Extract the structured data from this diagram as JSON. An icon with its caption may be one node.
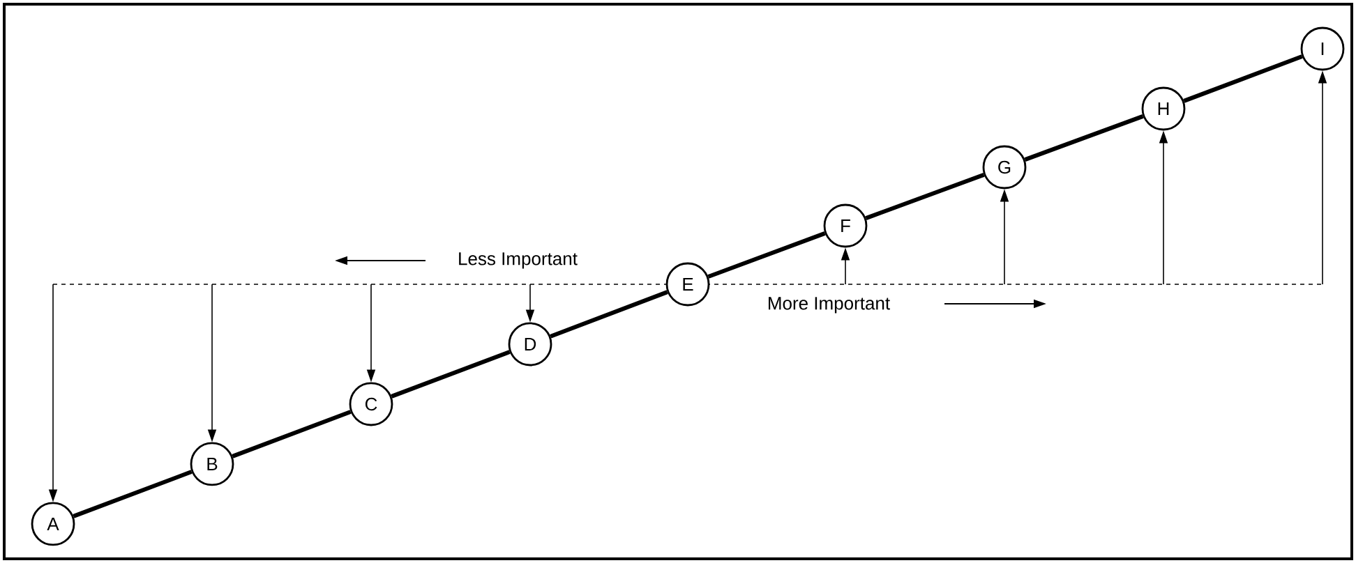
{
  "diagram": {
    "nodes": [
      {
        "text": [
          "A"
        ]
      },
      {
        "text": [
          "B"
        ]
      },
      {
        "text": [
          "C"
        ]
      },
      {
        "text": [
          "D"
        ]
      },
      {
        "text": [
          "E"
        ]
      },
      {
        "text": [
          "F"
        ]
      },
      {
        "text": [
          "G"
        ]
      },
      {
        "text": [
          "H"
        ]
      },
      {
        "text": [
          "I"
        ]
      }
    ],
    "edges": [
      {
        "from": 0,
        "to": 1,
        "arrow": "none",
        "style": "thick"
      },
      {
        "from": 1,
        "to": 2,
        "arrow": "none",
        "style": "thick"
      },
      {
        "from": 2,
        "to": 3,
        "arrow": "none",
        "style": "thick"
      },
      {
        "from": 3,
        "to": 4,
        "arrow": "none",
        "style": "thick"
      },
      {
        "from": 4,
        "to": 5,
        "arrow": "none",
        "style": "thick"
      },
      {
        "from": 5,
        "to": 6,
        "arrow": "none",
        "style": "thick"
      },
      {
        "from": 6,
        "to": 7,
        "arrow": "none",
        "style": "thick"
      },
      {
        "from": 7,
        "to": 8,
        "arrow": "none",
        "style": "thick"
      },
      {
        "from": null,
        "to": 0,
        "arrow": "to"
      },
      {
        "from": null,
        "to": 1,
        "arrow": "to"
      },
      {
        "from": null,
        "to": 2,
        "arrow": "to"
      },
      {
        "from": null,
        "to": 3,
        "arrow": "to"
      },
      {
        "from": null,
        "to": 5,
        "arrow": "to"
      },
      {
        "from": null,
        "to": 6,
        "arrow": "to"
      },
      {
        "from": null,
        "to": 7,
        "arrow": "to"
      },
      {
        "from": null,
        "to": 8,
        "arrow": "to"
      }
    ],
    "labels": [
      "Less Important",
      "More Important"
    ]
  }
}
